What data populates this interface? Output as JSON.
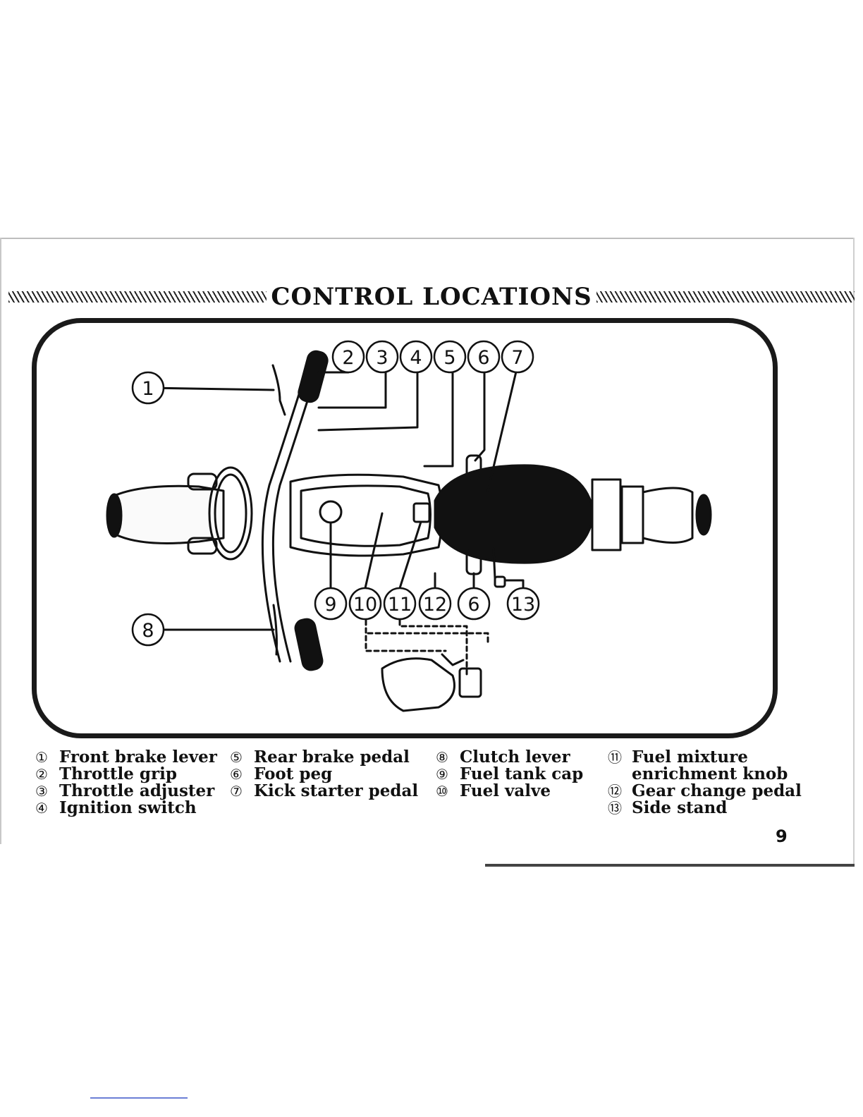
{
  "page": {
    "title": "CONTROL LOCATIONS",
    "page_number": "9"
  },
  "diagram": {
    "callouts_top": [
      "2",
      "3",
      "4",
      "5",
      "6",
      "7"
    ],
    "callouts_bottom": [
      "9",
      "10",
      "11",
      "12",
      "6",
      "13"
    ],
    "callout_left_top": "1",
    "callout_left_bottom": "8"
  },
  "legend": [
    {
      "num": "①",
      "text": "Front brake lever"
    },
    {
      "num": "②",
      "text": "Throttle grip"
    },
    {
      "num": "③",
      "text": "Throttle adjuster"
    },
    {
      "num": "④",
      "text": "Ignition switch"
    },
    {
      "num": "⑤",
      "text": "Rear brake pedal"
    },
    {
      "num": "⑥",
      "text": "Foot peg"
    },
    {
      "num": "⑦",
      "text": "Kick starter pedal"
    },
    {
      "num": "⑧",
      "text": "Clutch lever"
    },
    {
      "num": "⑨",
      "text": "Fuel tank cap"
    },
    {
      "num": "⑩",
      "text": "Fuel valve"
    },
    {
      "num": "⑪",
      "text": "Fuel mixture\nenrichment knob"
    },
    {
      "num": "⑫",
      "text": "Gear change pedal"
    },
    {
      "num": "⑬",
      "text": "Side stand"
    }
  ]
}
